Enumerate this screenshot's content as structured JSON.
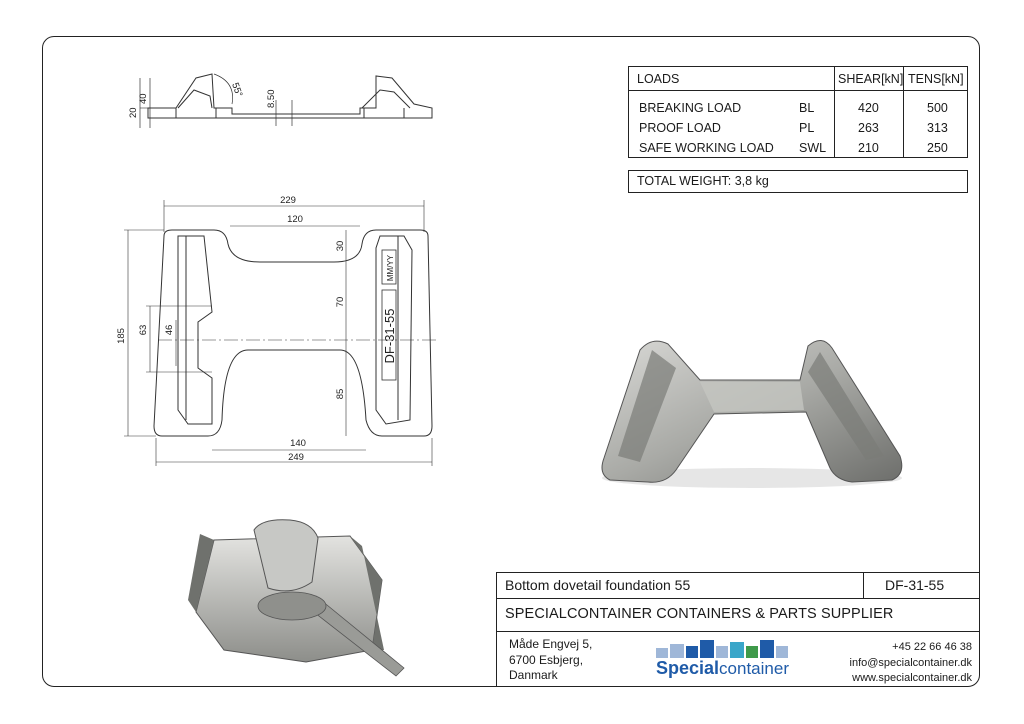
{
  "sheet": {
    "border_color": "#222222"
  },
  "loads_table": {
    "header_label": "LOADS",
    "header_shear": "SHEAR[kN]",
    "header_tens": "TENS[kN]",
    "rows": [
      {
        "name": "BREAKING LOAD",
        "abbr": "BL",
        "shear": "420",
        "tens": "500"
      },
      {
        "name": "PROOF LOAD",
        "abbr": "PL",
        "shear": "263",
        "tens": "313"
      },
      {
        "name": "SAFE WORKING LOAD",
        "abbr": "SWL",
        "shear": "210",
        "tens": "250"
      }
    ]
  },
  "total_weight": {
    "label": "TOTAL WEIGHT:",
    "value": "3,8 kg"
  },
  "drawing": {
    "side_view": {
      "dim_height_total": "20",
      "dim_height": "40",
      "dim_angle": "55°",
      "dim_thickness": "8.50"
    },
    "top_view": {
      "dim_width_outer": "229",
      "dim_width_inner_top": "120",
      "dim_width_inner_bottom": "140",
      "dim_width_total": "249",
      "dim_depth_total": "185",
      "dim_side_63": "63",
      "dim_side_46": "46",
      "dim_top_30": "30",
      "dim_mid_70": "70",
      "dim_bottom_85": "85",
      "stamp_code": "DF-31-55",
      "stamp_date": "MM/YY"
    }
  },
  "title_block": {
    "title": "Bottom dovetail foundation 55",
    "code": "DF-31-55",
    "company": "SPECIALCONTAINER CONTAINERS & PARTS SUPPLIER",
    "address": [
      "Måde Engvej 5,",
      "6700 Esbjerg,",
      "Danmark"
    ],
    "phone": "+45 22 66 46 38",
    "email": "info@specialcontainer.dk",
    "website": "www.specialcontainer.dk"
  },
  "logo": {
    "word_bold": "Special",
    "word_regular": "container",
    "colors": {
      "primary": "#1f5ba8",
      "light": "#9fb7d8",
      "green": "#3f9a4a",
      "cyan": "#3aa6c9"
    }
  }
}
